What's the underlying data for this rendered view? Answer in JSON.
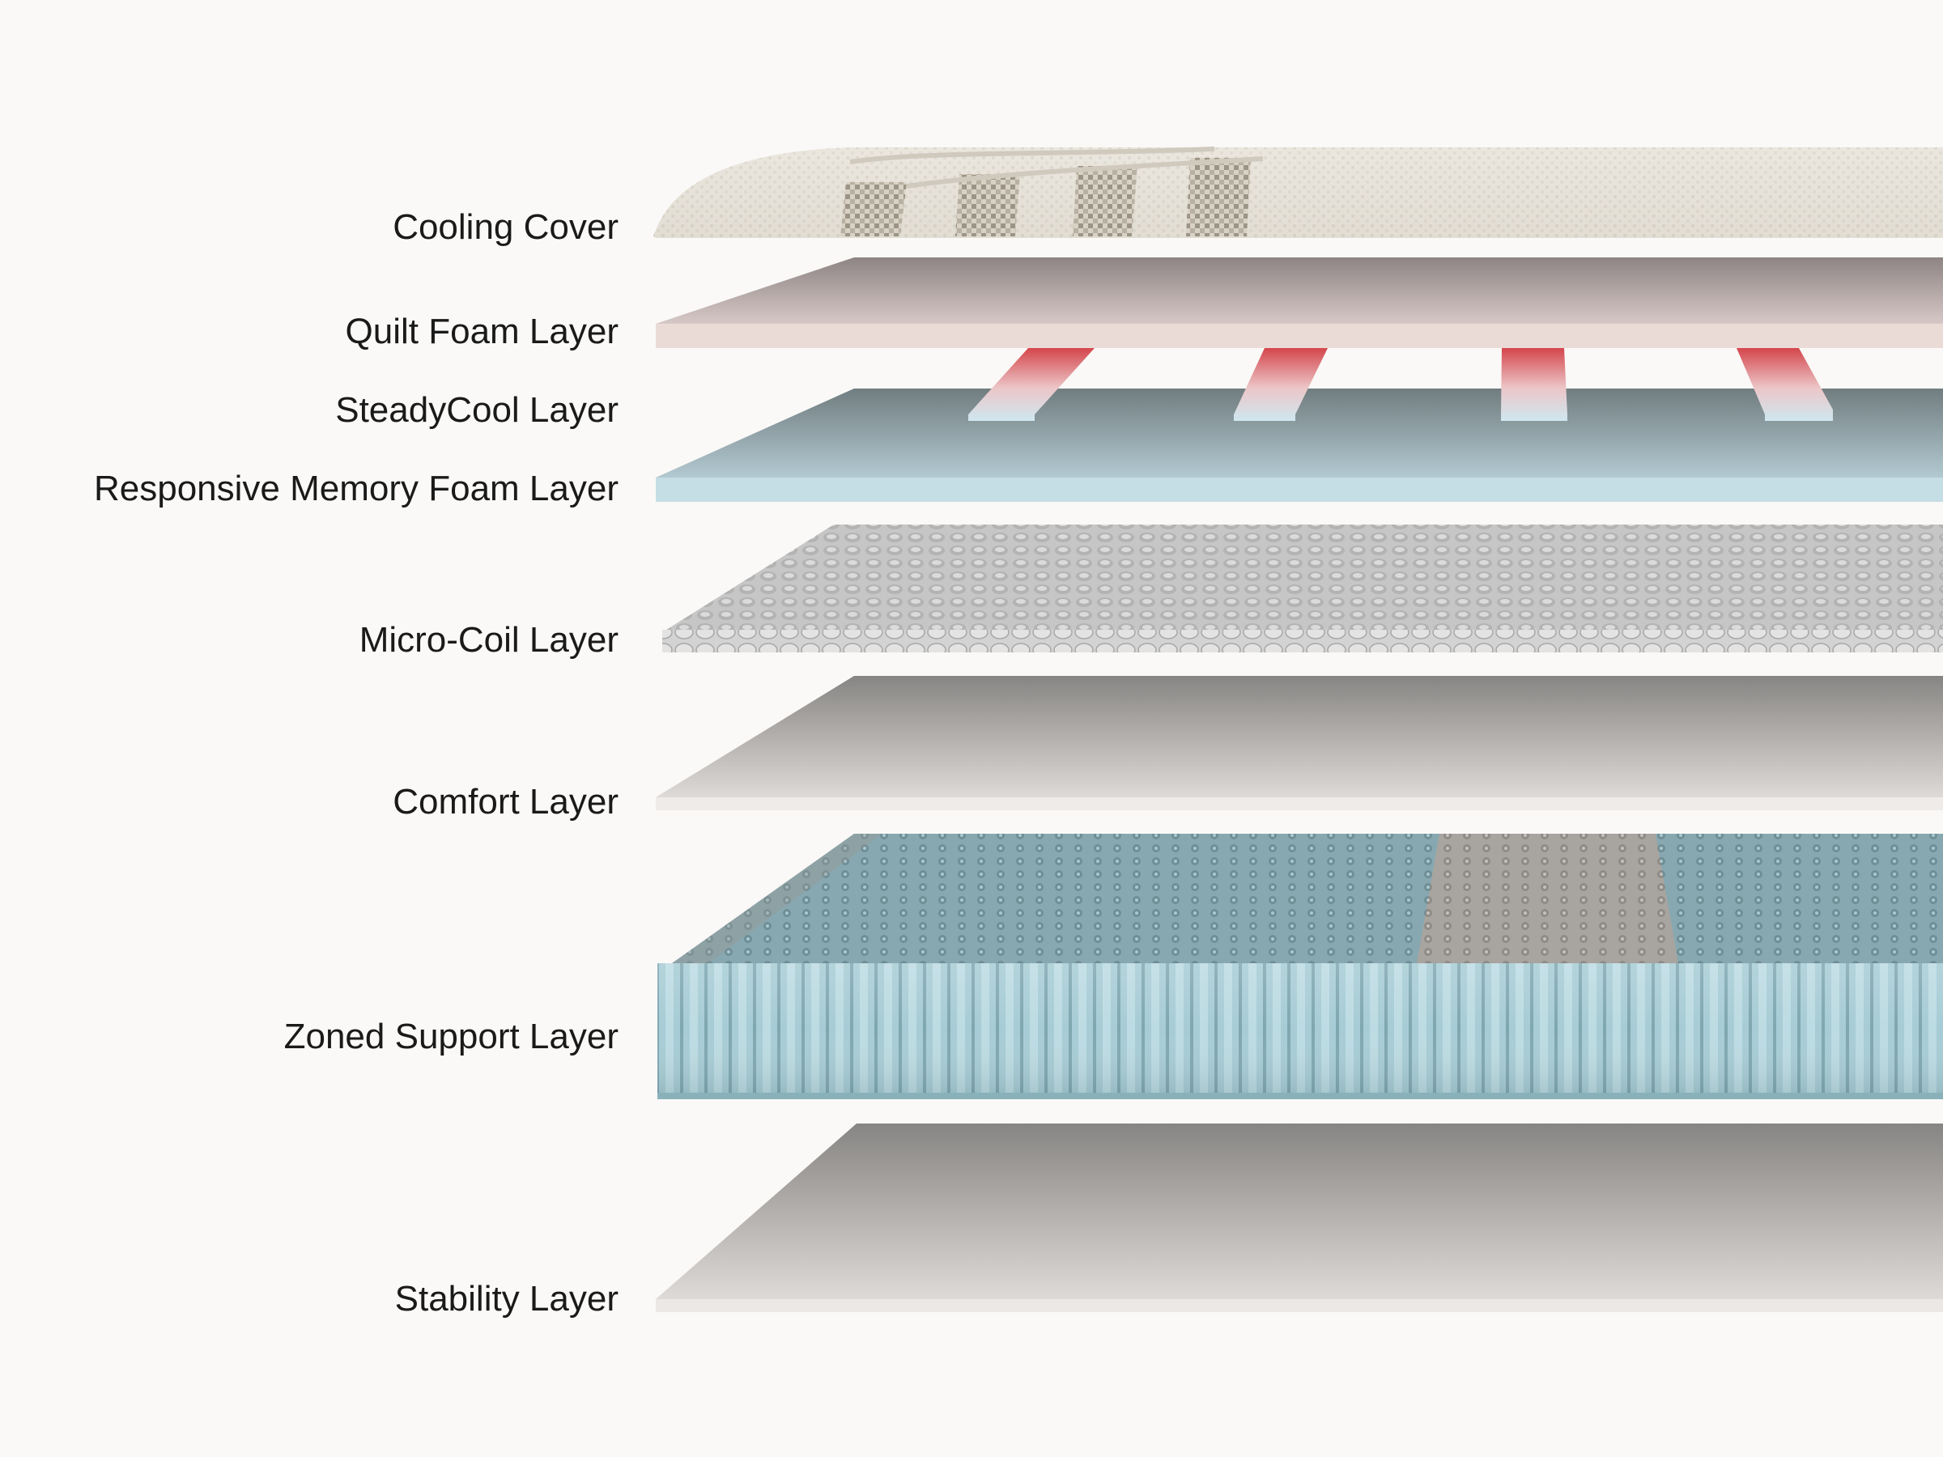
{
  "layers": [
    {
      "label": "Cooling Cover"
    },
    {
      "label": "Quilt Foam Layer"
    },
    {
      "label": "SteadyCool Layer"
    },
    {
      "label": "Responsive Memory Foam Layer"
    },
    {
      "label": "Micro-Coil Layer"
    },
    {
      "label": "Comfort Layer"
    },
    {
      "label": "Zoned Support Layer"
    },
    {
      "label": "Stability Layer"
    }
  ],
  "colors": {
    "background": "#faf9f7",
    "text": "#1a1a1a",
    "cover": "#e8e4dc",
    "quilt_foam": "#eadbd7",
    "steadycool_warm": "#d4464c",
    "steadycool_cool": "#cfe7ef",
    "memory_foam": "#c5dde5",
    "micro_coil": "#c8c8c8",
    "comfort": "#efebe8",
    "zoned_support": "#a7ccd5",
    "zoned_firm_zone": "#b5b1ad",
    "stability": "#ece8e5"
  }
}
